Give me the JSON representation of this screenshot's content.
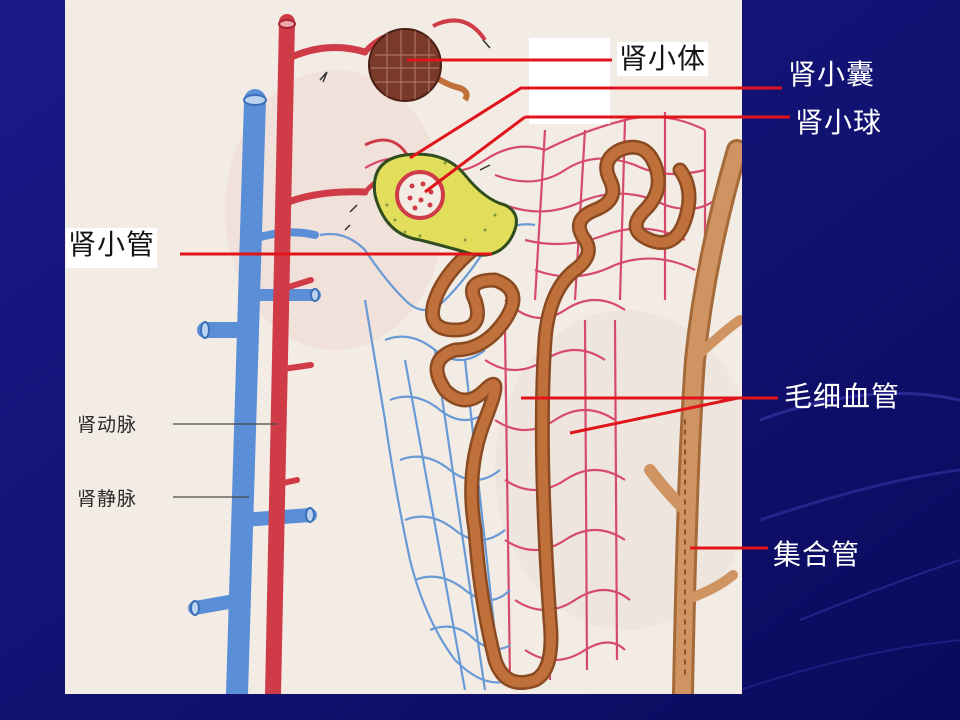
{
  "slide": {
    "background_color": "#12127a",
    "leader_color": "#e0141a"
  },
  "diagram": {
    "labels": {
      "renal_corpuscle": "肾小体",
      "renal_capsule": "肾小囊",
      "glomerulus": "肾小球",
      "renal_tubule": "肾小管",
      "capillaries": "毛细血管",
      "collecting_duct": "集合管",
      "renal_artery": "肾动脉",
      "renal_vein": "肾静脉"
    },
    "colors": {
      "artery": "#cf3c48",
      "vein": "#5a8ed6",
      "tubule": "#c0703a",
      "collecting_duct": "#cf9462",
      "capsule": "#e2dd5a",
      "paper": "#f3ece4"
    }
  }
}
